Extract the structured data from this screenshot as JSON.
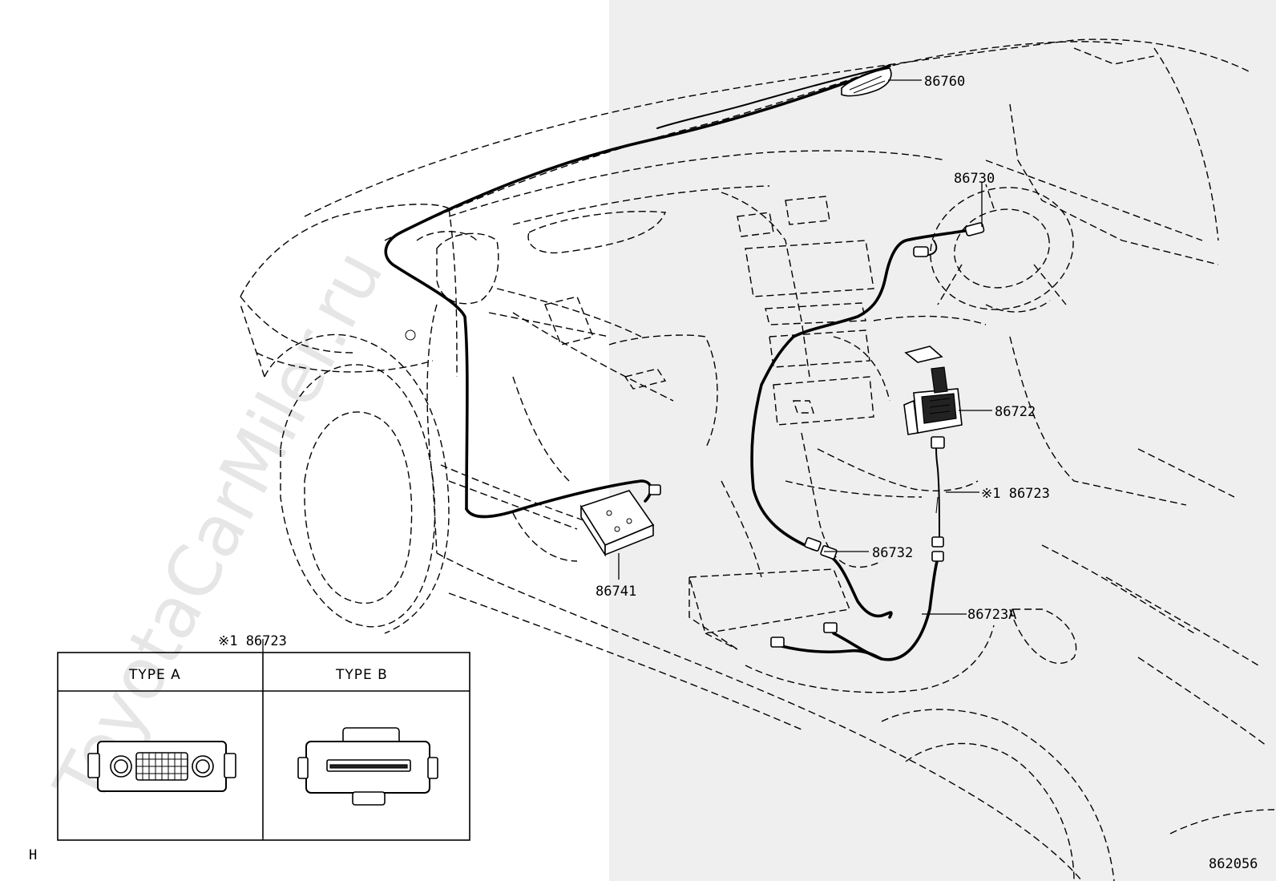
{
  "watermark": "ToyotaCarMiler.ru",
  "colors": {
    "shade": "#efefef",
    "line": "#000000",
    "background": "#ffffff"
  },
  "callouts": {
    "p86760": "86760",
    "p86730": "86730",
    "p86722": "86722",
    "p86723": "※1 86723",
    "p86732": "86732",
    "p86723A": "86723A",
    "p86741": "86741"
  },
  "inset": {
    "ref": "※1 86723",
    "type_a": "TYPE A",
    "type_b": "TYPE B"
  },
  "corner_left": "H",
  "diagram_number": "862056"
}
